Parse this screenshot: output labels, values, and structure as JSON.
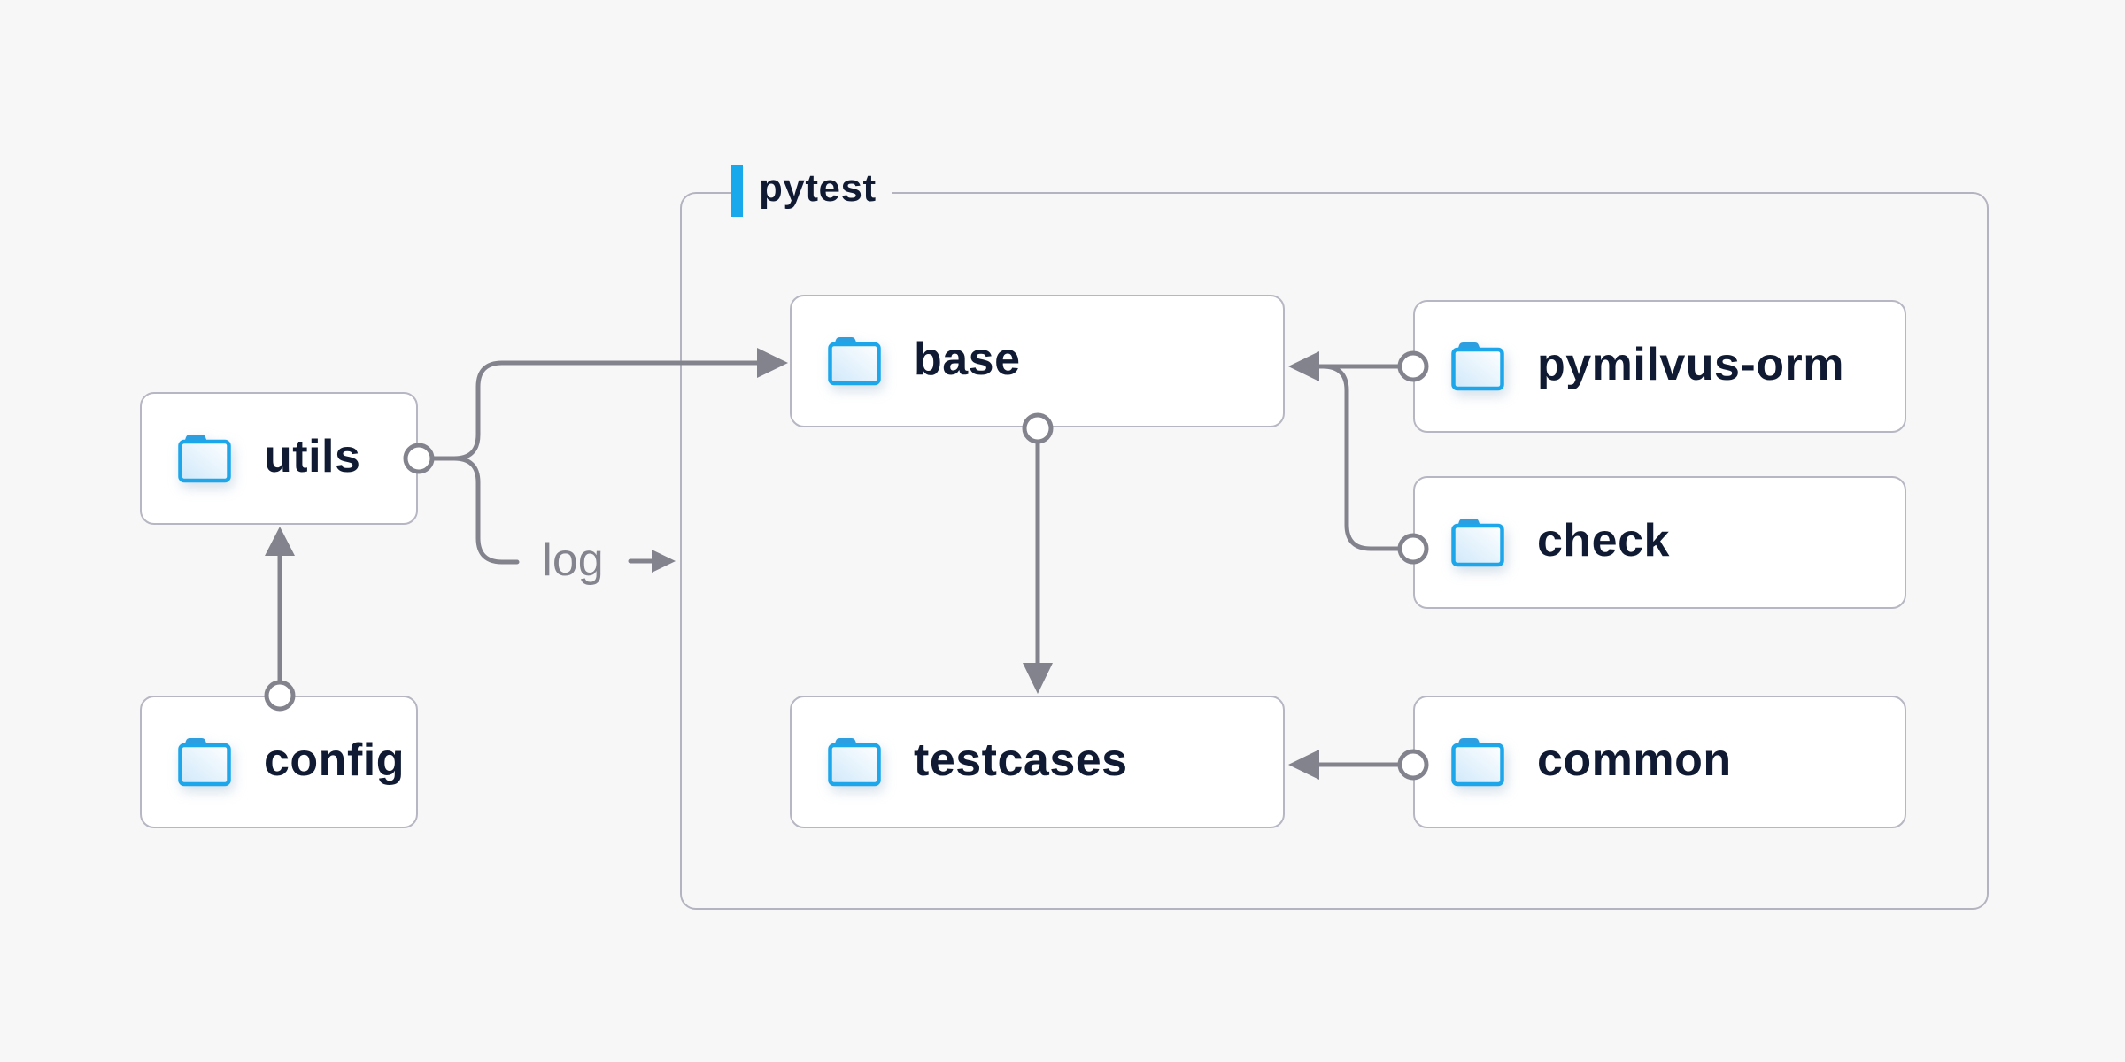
{
  "diagram": {
    "group": {
      "label": "pytest"
    },
    "nodes": [
      {
        "id": "utils",
        "label": "utils"
      },
      {
        "id": "config",
        "label": "config"
      },
      {
        "id": "base",
        "label": "base"
      },
      {
        "id": "testcases",
        "label": "testcases"
      },
      {
        "id": "pymilvus-orm",
        "label": "pymilvus-orm"
      },
      {
        "id": "check",
        "label": "check"
      },
      {
        "id": "common",
        "label": "common"
      }
    ],
    "edges": [
      {
        "from": "config",
        "to": "utils"
      },
      {
        "from": "utils",
        "to": "base"
      },
      {
        "from": "utils",
        "to": "log",
        "label": "log"
      },
      {
        "from": "base",
        "to": "testcases"
      },
      {
        "from": "pymilvus-orm",
        "to": "base"
      },
      {
        "from": "check",
        "to": "base"
      },
      {
        "from": "common",
        "to": "testcases"
      }
    ],
    "edge_labels": {
      "log": "log"
    },
    "colors": {
      "background": "#f7f7f8",
      "node_fill": "#ffffff",
      "node_border": "#b7b7c3",
      "group_border": "#b4b4c0",
      "edge": "#83838d",
      "label_text": "#101b33",
      "muted_text": "#84848e",
      "accent_blue": "#18a9ec",
      "folder_stroke": "#1ea6ea",
      "folder_tab": "#2d9fe0",
      "folder_fill_light": "#ffffff",
      "folder_fill_shade": "#cfe8fa"
    }
  }
}
